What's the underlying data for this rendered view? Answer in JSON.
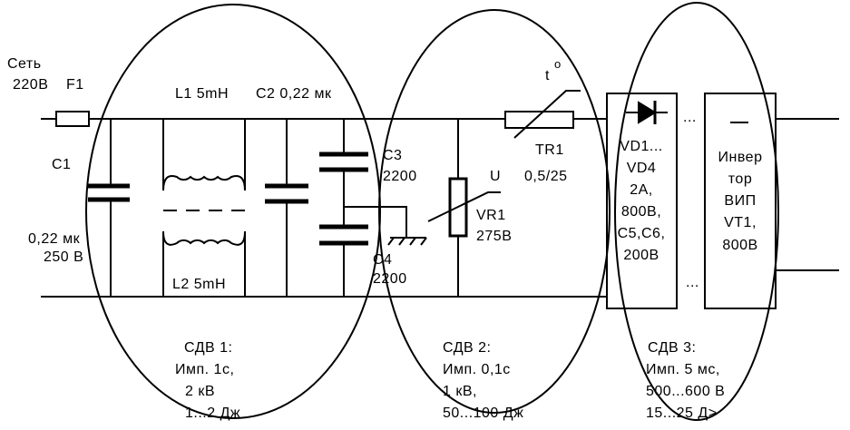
{
  "labels": {
    "network": "Сеть",
    "network_voltage": "220В",
    "fuse": "F1",
    "c1": "C1",
    "c1_value": "0,22 мк",
    "c1_voltage": "250 В",
    "l1": "L1 5mH",
    "l2": "L2 5mH",
    "c2": "C2 0,22 мк",
    "c3": "C3",
    "c3_value": "2200",
    "c4": "C4",
    "c4_value": "2200",
    "u": "U",
    "vr1": "VR1",
    "vr1_value": "275В",
    "t_symbol": "t",
    "t_degree": "o",
    "tr1": "TR1",
    "tr1_value": "0,5/25",
    "dots": "...",
    "dots_bottom": "..."
  },
  "diode_block": {
    "line1": "VD1...",
    "line2": "VD4",
    "line3": "2A,",
    "line4": "800В,",
    "line5": "C5,C6,",
    "line6": "200В"
  },
  "inverter_block": {
    "line1": "Инвер",
    "line2": "тор",
    "line3": "ВИП",
    "line4": "VT1,",
    "line5": "800В"
  },
  "zones": [
    {
      "title": "СДВ 1:",
      "line1": "Имп. 1с,",
      "line2": "2 кВ",
      "line3": "1...2 Дж"
    },
    {
      "title": "СДВ 2:",
      "line1": "Имп. 0,1с",
      "line2": "1 кВ,",
      "line3": "50...100 Дж"
    },
    {
      "title": "СДВ 3:",
      "line1": "Имп. 5 мс,",
      "line2": "500...600 В",
      "line3": "15...25 Д>"
    }
  ]
}
